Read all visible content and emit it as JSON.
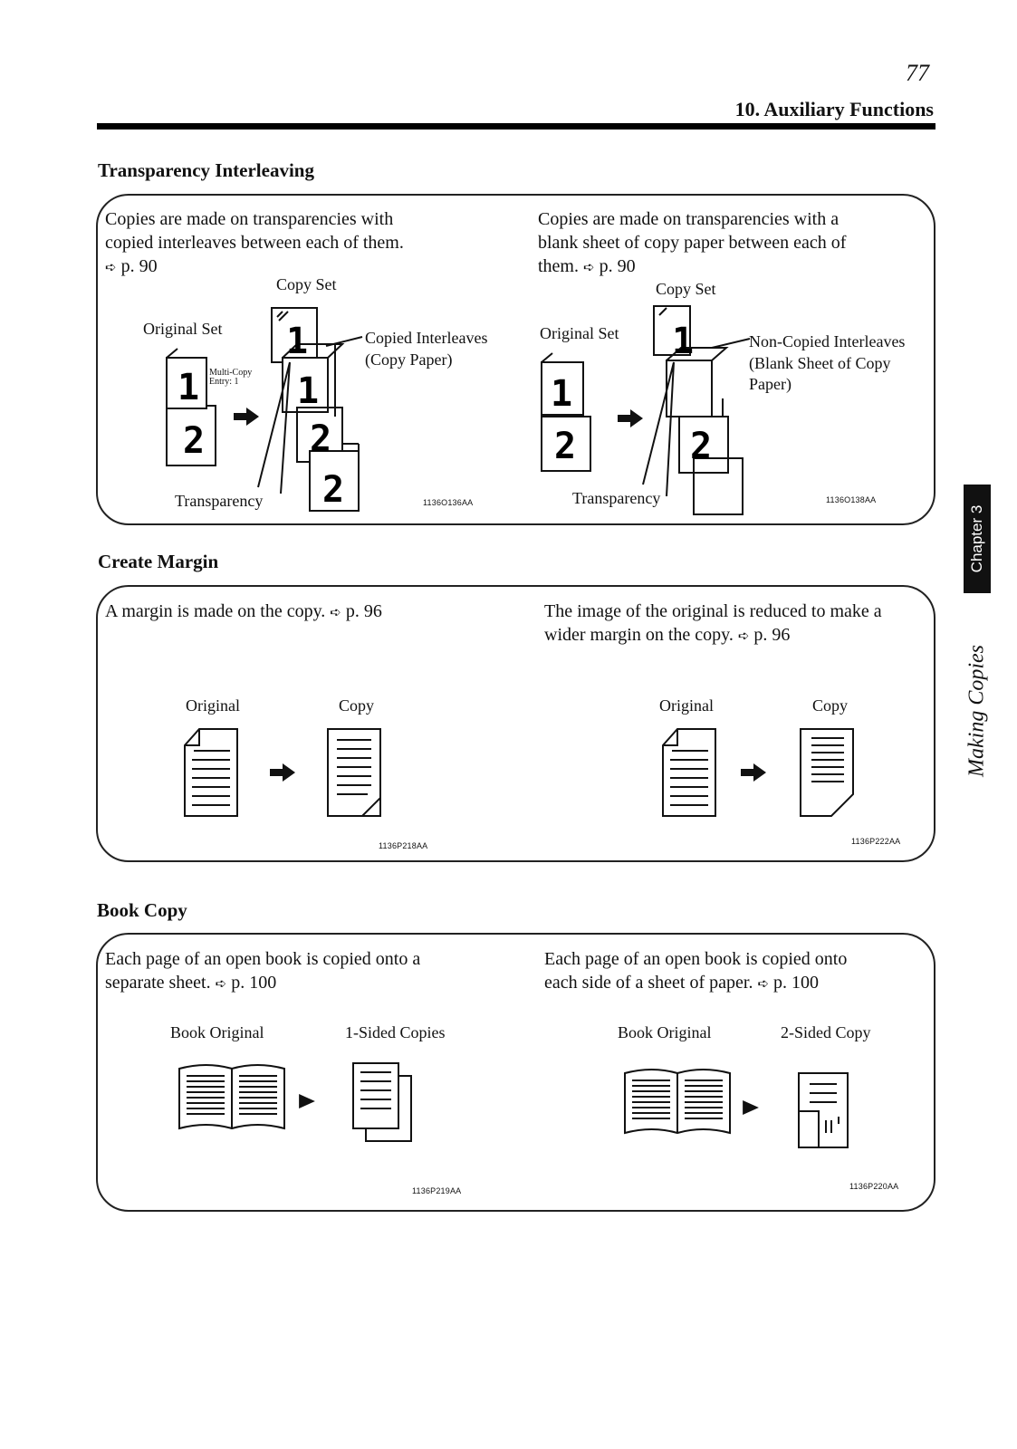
{
  "header": {
    "page_number": "77",
    "chapter_title": "10. Auxiliary Functions"
  },
  "side_tab": {
    "chapter": "Chapter 3",
    "section": "Making Copies"
  },
  "icons": {
    "reference": "pointer-arrow-icon",
    "flow": "right-arrow-icon"
  },
  "sections": {
    "transparency": {
      "title": "Transparency Interleaving",
      "left": {
        "desc_line1": "Copies are made on transparencies with",
        "desc_line2": "copied interleaves between each of them.",
        "ref": "p. 90",
        "copy_set": "Copy Set",
        "original_set": "Original Set",
        "interleaves_1": "Copied Interleaves",
        "interleaves_2": "(Copy Paper)",
        "multi_copy_1": "Multi-Copy",
        "multi_copy_2": "Entry: 1",
        "transparency": "Transparency",
        "code": "1136O136AA",
        "digit1": "1",
        "digit2": "2"
      },
      "right": {
        "desc_line1": "Copies are made on transparencies with a",
        "desc_line2": "blank sheet of copy paper between each of",
        "desc_line3": "them.",
        "ref": "p. 90",
        "copy_set": "Copy Set",
        "original_set": "Original Set",
        "interleaves_1": "Non-Copied Interleaves",
        "interleaves_2": "(Blank Sheet of Copy",
        "interleaves_3": "Paper)",
        "transparency": "Transparency",
        "code": "1136O138AA",
        "digit1": "1",
        "digit2": "2"
      }
    },
    "margin": {
      "title": "Create Margin",
      "left": {
        "desc_line1": "A margin is made on the copy.",
        "ref": "p. 96",
        "original": "Original",
        "copy": "Copy",
        "code": "1136P218AA"
      },
      "right": {
        "desc_line1": "The image of the original is reduced to make a",
        "desc_line2": "wider margin on the copy.",
        "ref": "p. 96",
        "original": "Original",
        "copy": "Copy",
        "code": "1136P222AA"
      }
    },
    "book": {
      "title": "Book Copy",
      "left": {
        "desc_line1": "Each page of an open book is copied onto a",
        "desc_line2": "separate sheet.",
        "ref": "p. 100",
        "book_original": "Book Original",
        "copies": "1-Sided Copies",
        "code": "1136P219AA"
      },
      "right": {
        "desc_line1": "Each page of an open book is copied onto",
        "desc_line2": "each side of a sheet of paper.",
        "ref": "p. 100",
        "book_original": "Book Original",
        "copies": "2-Sided Copy",
        "code": "1136P220AA"
      }
    }
  }
}
